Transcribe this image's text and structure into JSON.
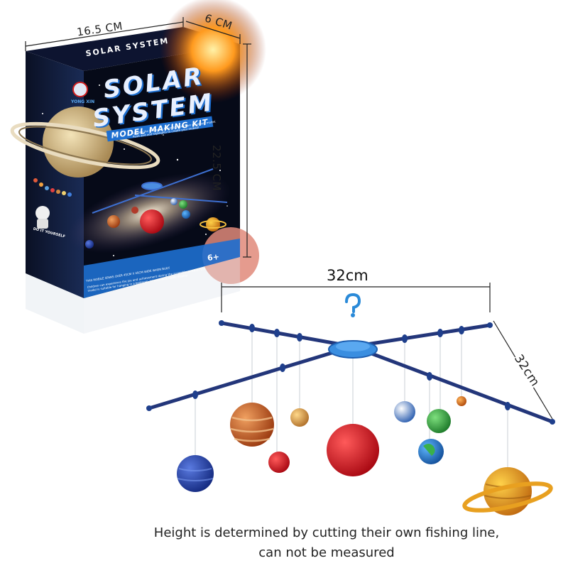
{
  "dimensions": {
    "box_width": "16.5 CM",
    "box_depth": "6 CM",
    "box_height": "22.5 CM",
    "mobile_width": "32cm",
    "mobile_depth": "32cm"
  },
  "box": {
    "brand": "YONG XIN",
    "title_line1": "SOLAR",
    "title_line2": "SYSTEM",
    "subtitle": "MODEL MAKING KIT",
    "top_label": "SOLAR SYSTEM",
    "blurb": "Explore the Universe! Assemble your own planetary model. Paint and add highlights to create your mobile!",
    "side_label": "DO IT YOURSELF",
    "age_badge": "6+",
    "span_note": "THIS MOBILE SPANS OVER 45CM X 45CM WIDE WHEN BUILT",
    "description": "Children can experience the joy and achievement during the assembly process. The model is suitable for hanging in a bedroom, or used as a stable display."
  },
  "caption": {
    "line1": "Height is determined by cutting their own fishing line,",
    "line2": "can not be measured"
  },
  "colors": {
    "box_dark": "#0a0f1e",
    "title_blue": "#1e6fd0",
    "mobile_blue": "#1f3f8c",
    "hub_blue": "#3a8ee0"
  }
}
